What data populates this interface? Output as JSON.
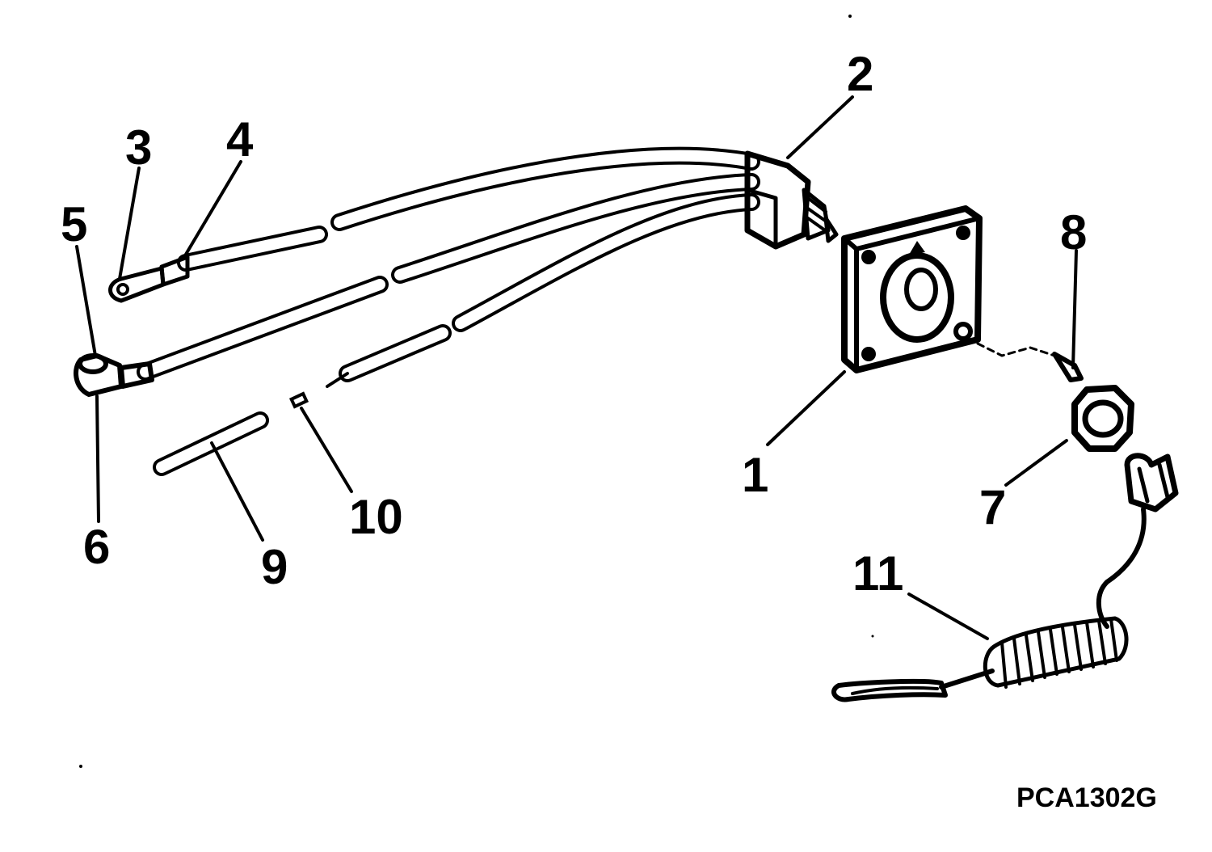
{
  "diagram": {
    "callouts": [
      "1",
      "2",
      "3",
      "4",
      "5",
      "6",
      "7",
      "8",
      "9",
      "10",
      "11"
    ],
    "figure_code": "PCA1302G"
  }
}
